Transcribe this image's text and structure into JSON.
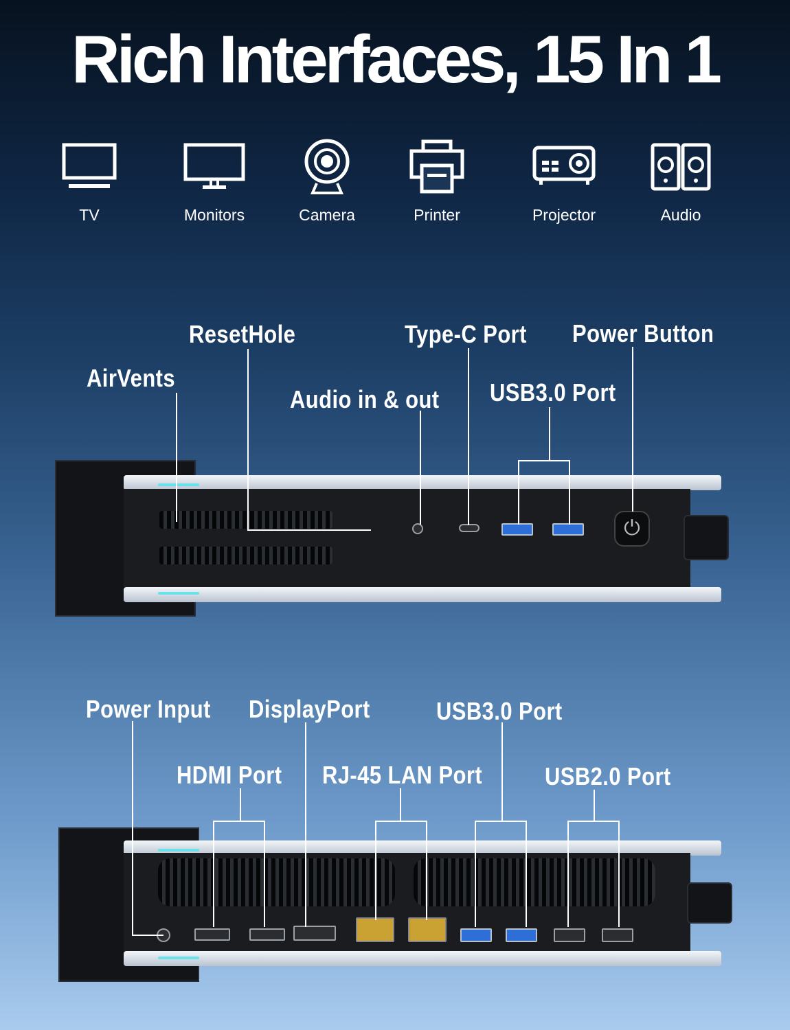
{
  "title": "Rich Interfaces, 15 In 1",
  "devices": [
    {
      "icon": "tv-icon",
      "label": "TV"
    },
    {
      "icon": "monitor-icon",
      "label": "Monitors"
    },
    {
      "icon": "camera-icon",
      "label": "Camera"
    },
    {
      "icon": "printer-icon",
      "label": "Printer"
    },
    {
      "icon": "projector-icon",
      "label": "Projector"
    },
    {
      "icon": "audio-speakers-icon",
      "label": "Audio"
    }
  ],
  "front_labels": {
    "air_vents": "AirVents",
    "reset_hole": "ResetHole",
    "audio": "Audio in & out",
    "type_c": "Type-C Port",
    "usb3": "USB3.0 Port",
    "power_button": "Power Button"
  },
  "rear_labels": {
    "power_input": "Power Input",
    "displayport": "DisplayPort",
    "usb3": "USB3.0 Port",
    "hdmi": "HDMI Port",
    "rj45": "RJ-45 LAN Port",
    "usb2": "USB2.0 Port"
  },
  "colors": {
    "usb3_blue": "#2d6fd6",
    "accent_glow": "#4fe3ee",
    "rj45_gold": "#c9a233"
  }
}
